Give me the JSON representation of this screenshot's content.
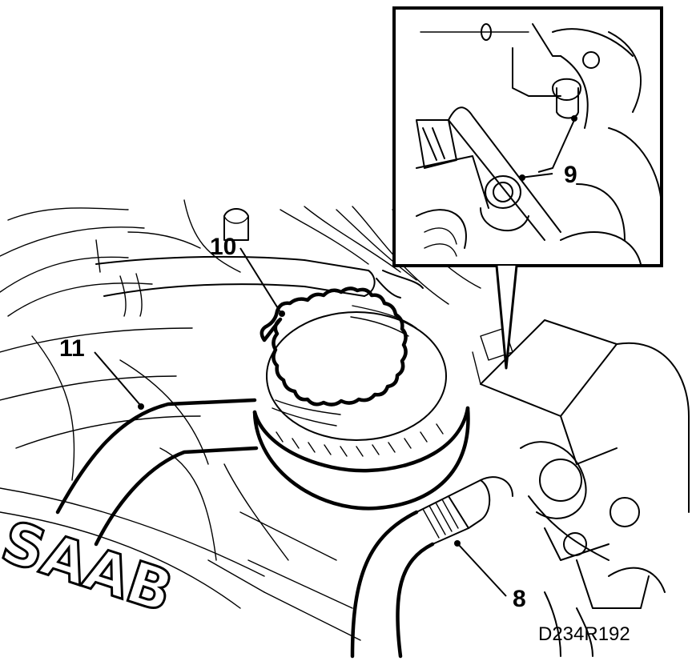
{
  "callouts": {
    "label_8": "8",
    "label_9": "9",
    "label_10": "10",
    "label_11": "11"
  },
  "figure_code": "D234R192",
  "emblem_text": "SAAB",
  "colors": {
    "ink": "#000000",
    "paper": "#ffffff"
  }
}
